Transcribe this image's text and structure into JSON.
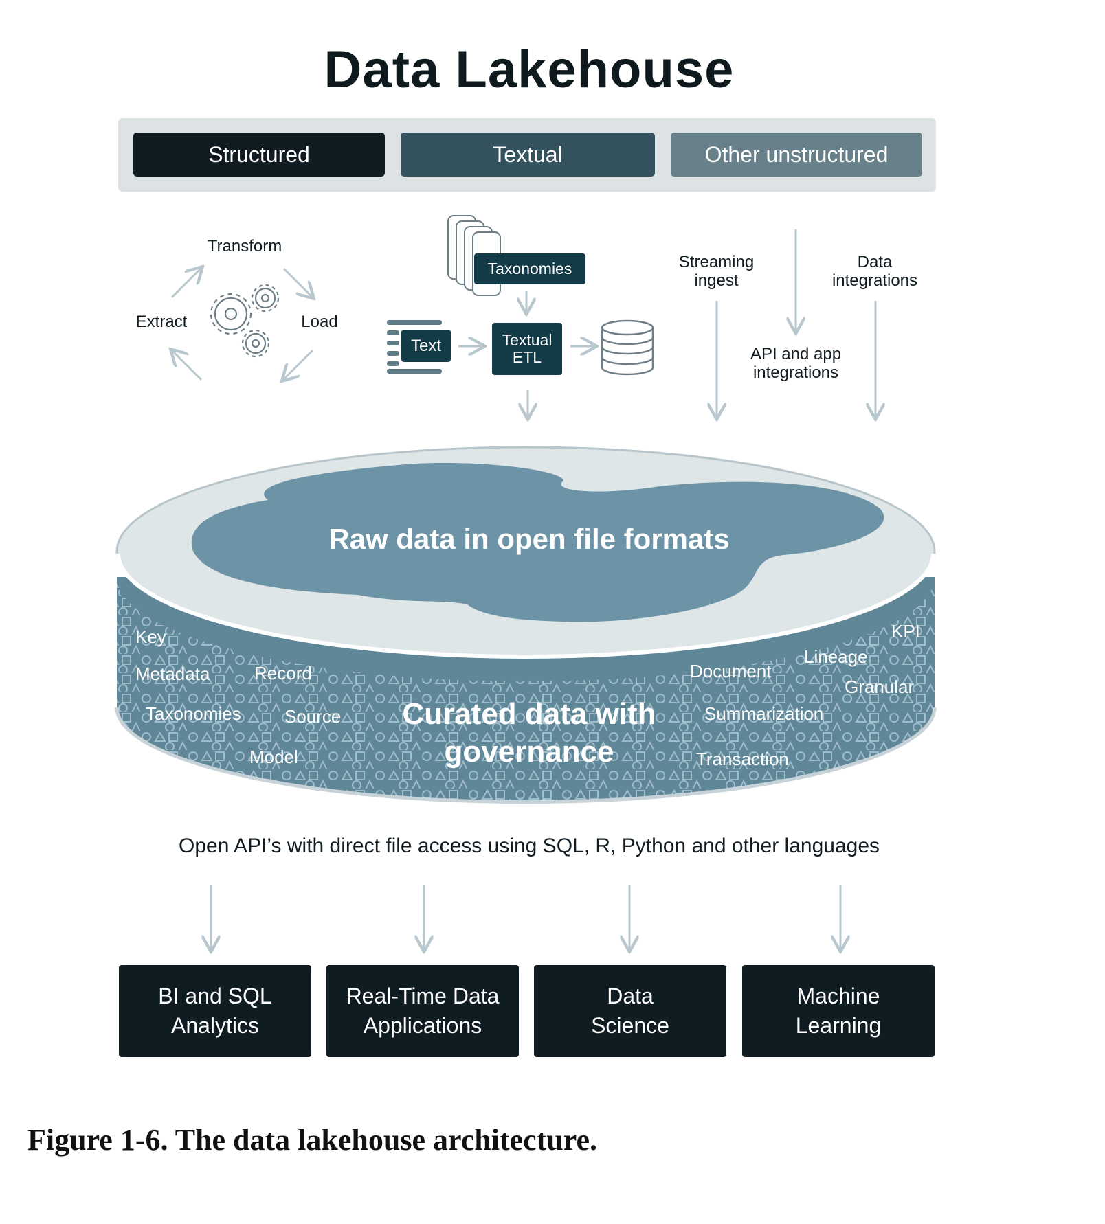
{
  "title": "Data Lakehouse",
  "sources": [
    "Structured",
    "Textual",
    "Other unstructured"
  ],
  "etl": {
    "transform": "Transform",
    "extract": "Extract",
    "load": "Load"
  },
  "textual": {
    "taxonomies": "Taxonomies",
    "text": "Text",
    "etl": "Textual\nETL"
  },
  "ingest": {
    "streaming": "Streaming\ningest",
    "data_integrations": "Data\nintegrations",
    "api_app": "API and app\nintegrations"
  },
  "lake": {
    "raw": "Raw data in open file formats",
    "curated": "Curated data with\ngovernance",
    "left_tags": [
      "Key",
      "Metadata",
      "Record",
      "Taxonomies",
      "Source",
      "Model"
    ],
    "right_tags": [
      "KPI",
      "Lineage",
      "Document",
      "Granular",
      "Summarization",
      "Transaction"
    ]
  },
  "apis": "Open API’s with direct file access using SQL, R, Python and other languages",
  "consumers": [
    "BI and SQL\nAnalytics",
    "Real-Time Data\nApplications",
    "Data\nScience",
    "Machine\nLearning"
  ],
  "caption": "Figure 1-6. The data lakehouse architecture.",
  "colors": {
    "dark": "#101c22",
    "teal_dark": "#34525d",
    "teal_mid": "#67808a",
    "lake_blue": "#6a93a5",
    "band": "#dde3e5",
    "arrow": "#b7c7cd"
  }
}
